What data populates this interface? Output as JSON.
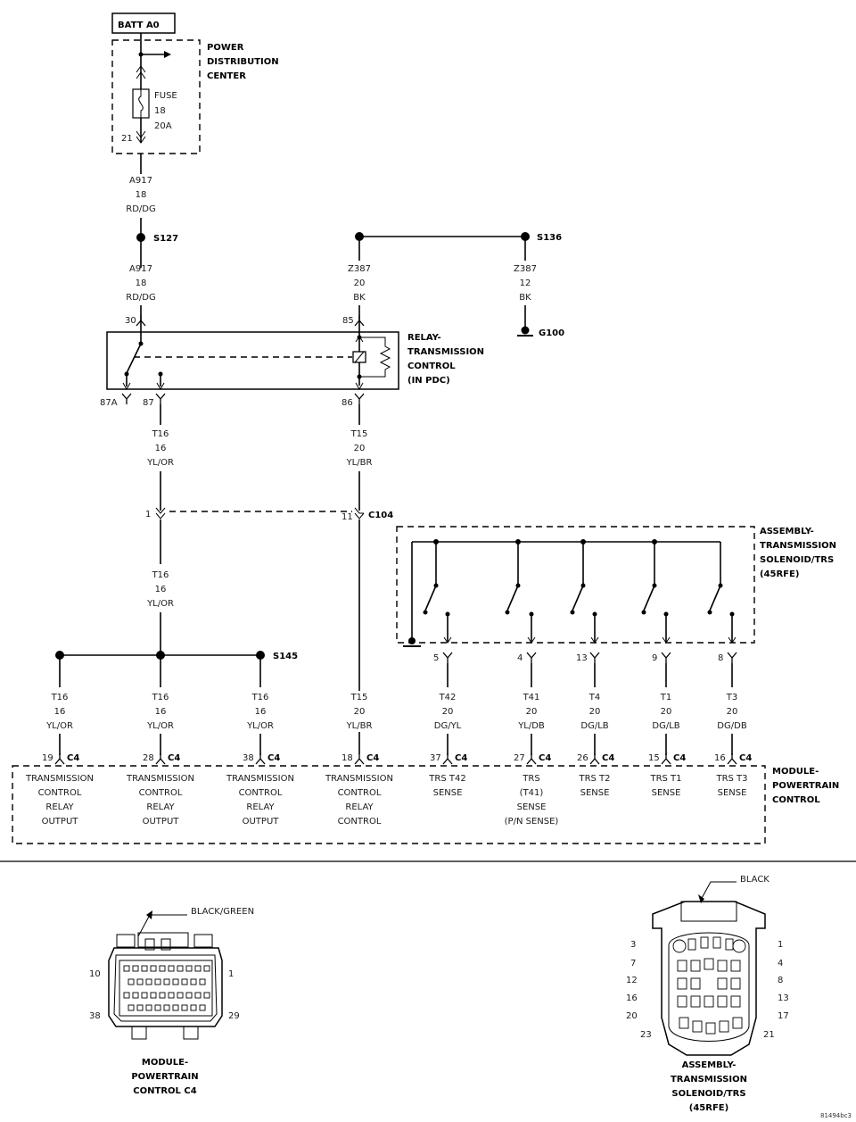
{
  "batt": "BATT A0",
  "pdc": {
    "lines": [
      "POWER",
      "DISTRIBUTION",
      "CENTER"
    ],
    "fuse": [
      "FUSE",
      "18",
      "20A"
    ],
    "pin": "21"
  },
  "wireA917": [
    "A917",
    "18",
    "RD/DG"
  ],
  "splices": {
    "s127": "S127",
    "s136": "S136",
    "s145": "S145",
    "g100": "G100"
  },
  "wireZ387a": [
    "Z387",
    "20",
    "BK"
  ],
  "wireZ387b": [
    "Z387",
    "12",
    "BK"
  ],
  "relay": {
    "lines": [
      "RELAY-",
      "TRANSMISSION",
      "CONTROL",
      "(IN PDC)"
    ],
    "pins": [
      "30",
      "85",
      "87A",
      "87",
      "86"
    ]
  },
  "wireT16": [
    "T16",
    "16",
    "YL/OR"
  ],
  "wireT15": [
    "T15",
    "20",
    "YL/BR"
  ],
  "c104": {
    "name": "C104",
    "pinLeft": "1",
    "pinRight": "11"
  },
  "solenoid": {
    "lines": [
      "ASSEMBLY-",
      "TRANSMISSION",
      "SOLENOID/TRS",
      "(45RFE)"
    ],
    "pins": [
      "5",
      "4",
      "13",
      "9",
      "8"
    ]
  },
  "lowerWires": [
    [
      "T16",
      "16",
      "YL/OR"
    ],
    [
      "T16",
      "16",
      "YL/OR"
    ],
    [
      "T16",
      "16",
      "YL/OR"
    ],
    [
      "T15",
      "20",
      "YL/BR"
    ],
    [
      "T42",
      "20",
      "DG/YL"
    ],
    [
      "T41",
      "20",
      "YL/DB"
    ],
    [
      "T4",
      "20",
      "DG/LB"
    ],
    [
      "T1",
      "20",
      "DG/LB"
    ],
    [
      "T3",
      "20",
      "DG/DB"
    ]
  ],
  "c4pins": [
    "19",
    "28",
    "38",
    "18",
    "37",
    "27",
    "26",
    "15",
    "16"
  ],
  "c4": "C4",
  "pcmFunctions": [
    [
      "TRANSMISSION",
      "CONTROL",
      "RELAY",
      "OUTPUT"
    ],
    [
      "TRANSMISSION",
      "CONTROL",
      "RELAY",
      "OUTPUT"
    ],
    [
      "TRANSMISSION",
      "CONTROL",
      "RELAY",
      "OUTPUT"
    ],
    [
      "TRANSMISSION",
      "CONTROL",
      "RELAY",
      "CONTROL"
    ],
    [
      "TRS T42",
      "SENSE"
    ],
    [
      "TRS",
      "(T41)",
      "SENSE",
      "(P/N SENSE)"
    ],
    [
      "TRS T2",
      "SENSE"
    ],
    [
      "TRS T1",
      "SENSE"
    ],
    [
      "TRS T3",
      "SENSE"
    ]
  ],
  "pcm": {
    "lines": [
      "MODULE-",
      "POWERTRAIN",
      "CONTROL"
    ]
  },
  "connLeft": {
    "color": "BLACK/GREEN",
    "pins": [
      "10",
      "1",
      "38",
      "29"
    ],
    "caption": [
      "MODULE-",
      "POWERTRAIN",
      "CONTROL C4"
    ]
  },
  "connRight": {
    "color": "BLACK",
    "pinsLeft": [
      "3",
      "7",
      "12",
      "16",
      "20",
      "23"
    ],
    "pinsRight": [
      "1",
      "4",
      "8",
      "13",
      "17",
      "21"
    ],
    "caption": [
      "ASSEMBLY-",
      "TRANSMISSION",
      "SOLENOID/TRS",
      "(45RFE)"
    ]
  },
  "figId": "81494bc3"
}
